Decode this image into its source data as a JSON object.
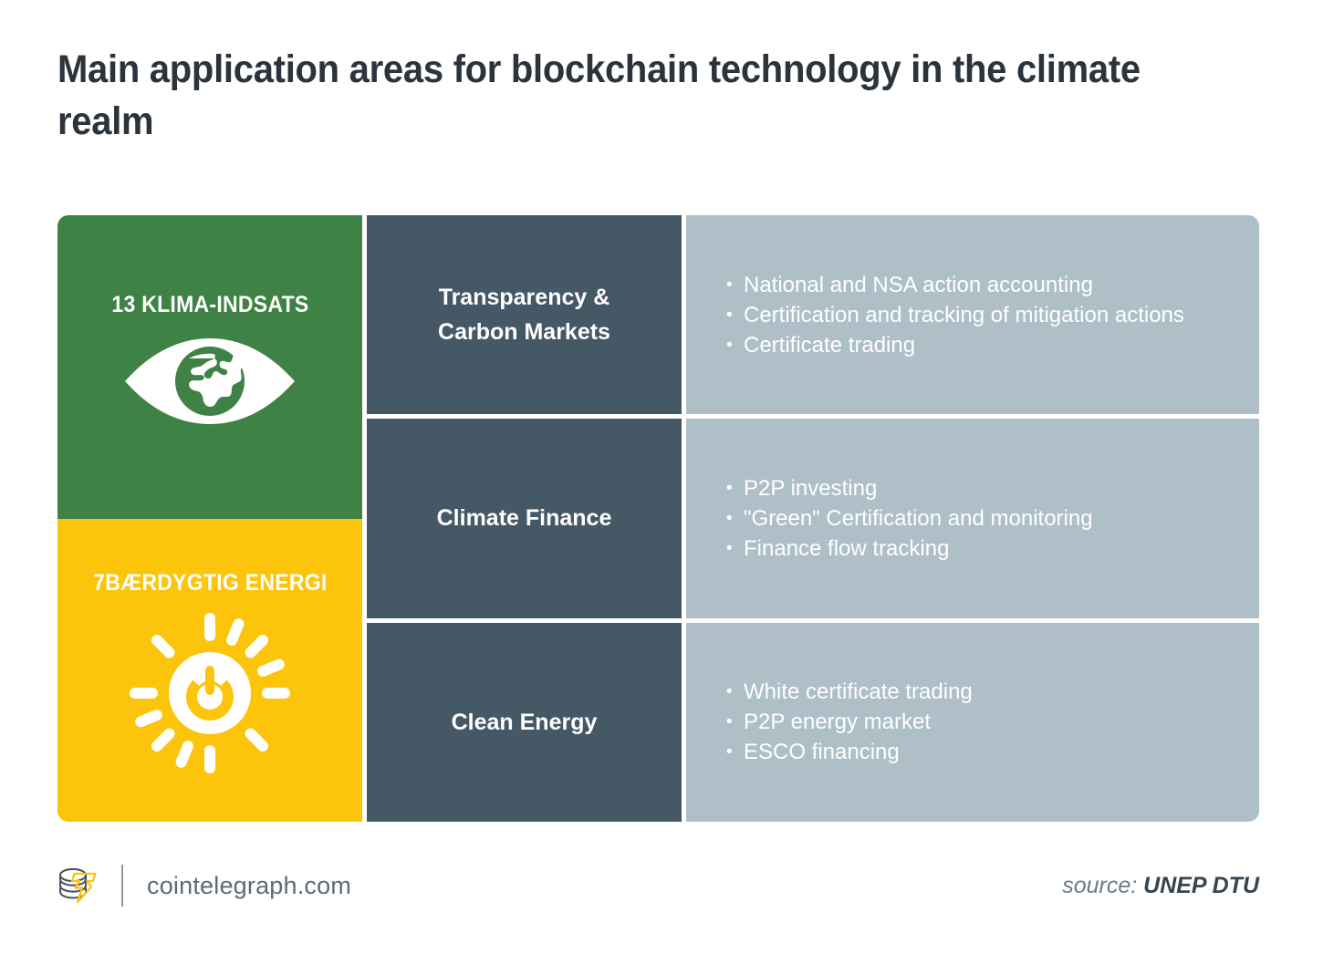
{
  "title": "Main application areas for blockchain technology in the climate realm",
  "colors": {
    "sdg13_green": "#3f8245",
    "sdg7_yellow": "#fcc40b",
    "category_slate": "#455866",
    "bullet_gray": "#aebfc8",
    "title_text": "#2b343c",
    "brand_gold": "#fcc40b"
  },
  "sdg_tiles": [
    {
      "label": "13 KLIMA-INDSATS",
      "icon": "eye-globe-icon",
      "color": "#3f8245"
    },
    {
      "label": "7BÆRDYGTIG ENERGI",
      "icon": "sun-power-icon",
      "color": "#fcc40b"
    }
  ],
  "rows": [
    {
      "category": "Transparency &\nCarbon Markets",
      "category_line1": "Transparency &",
      "category_line2": "Carbon Markets",
      "bullets": [
        "National and NSA action accounting",
        "Certification and tracking of mitigation actions",
        "Certificate trading"
      ]
    },
    {
      "category": "Climate Finance",
      "category_line1": "Climate Finance",
      "category_line2": "",
      "bullets": [
        "P2P investing",
        "\"Green\" Certification and monitoring",
        "Finance flow tracking"
      ]
    },
    {
      "category": "Clean Energy",
      "category_line1": "Clean Energy",
      "category_line2": "",
      "bullets": [
        "White certificate trading",
        "P2P energy market",
        "ESCO financing"
      ]
    }
  ],
  "footer": {
    "logo_icon": "cointelegraph-coins-logo",
    "brand_name": "cointelegraph.com",
    "source_label": "source:",
    "source_value": "UNEP DTU"
  }
}
